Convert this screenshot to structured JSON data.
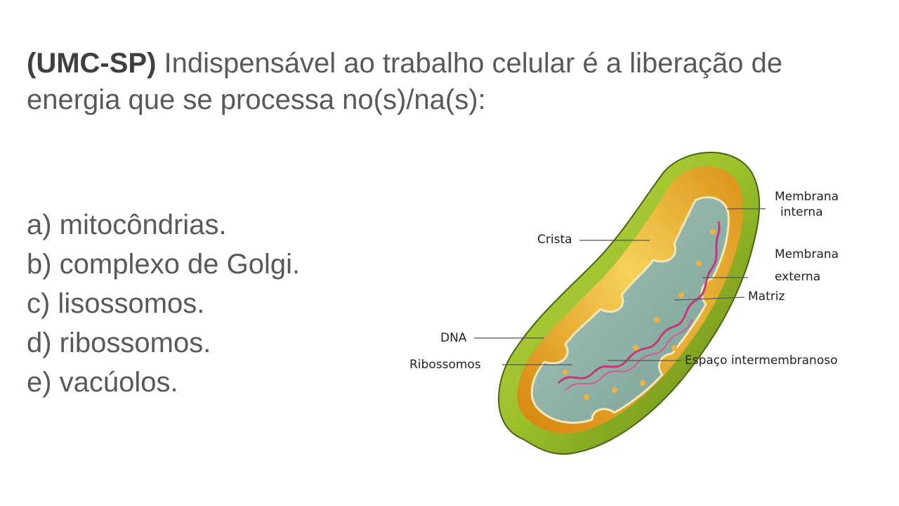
{
  "question": {
    "source": "(UMC-SP)",
    "text": "Indispensável ao trabalho celular é a liberação de energia que se processa no(s)/na(s):"
  },
  "options": [
    "a) mitocôndrias.",
    "b) complexo de Golgi.",
    "c) lisossomos.",
    "d) ribossomos.",
    "e) vacúolos."
  ],
  "figure": {
    "labels": {
      "membrana_interna_1": "Membrana",
      "membrana_interna_2": "interna",
      "crista": "Crista",
      "membrana_externa_1": "Membrana",
      "membrana_externa_2": "externa",
      "matriz": "Matriz",
      "dna": "DNA",
      "ribossomos": "Ribossomos",
      "espaco": "Espaço intermembranoso"
    },
    "colors": {
      "outer_membrane": "#9bbf2a",
      "outer_membrane_dark": "#5e7d14",
      "intermembrane": "#e3a21e",
      "matrix": "#8fb3a8",
      "dna": "#c2387a"
    }
  }
}
